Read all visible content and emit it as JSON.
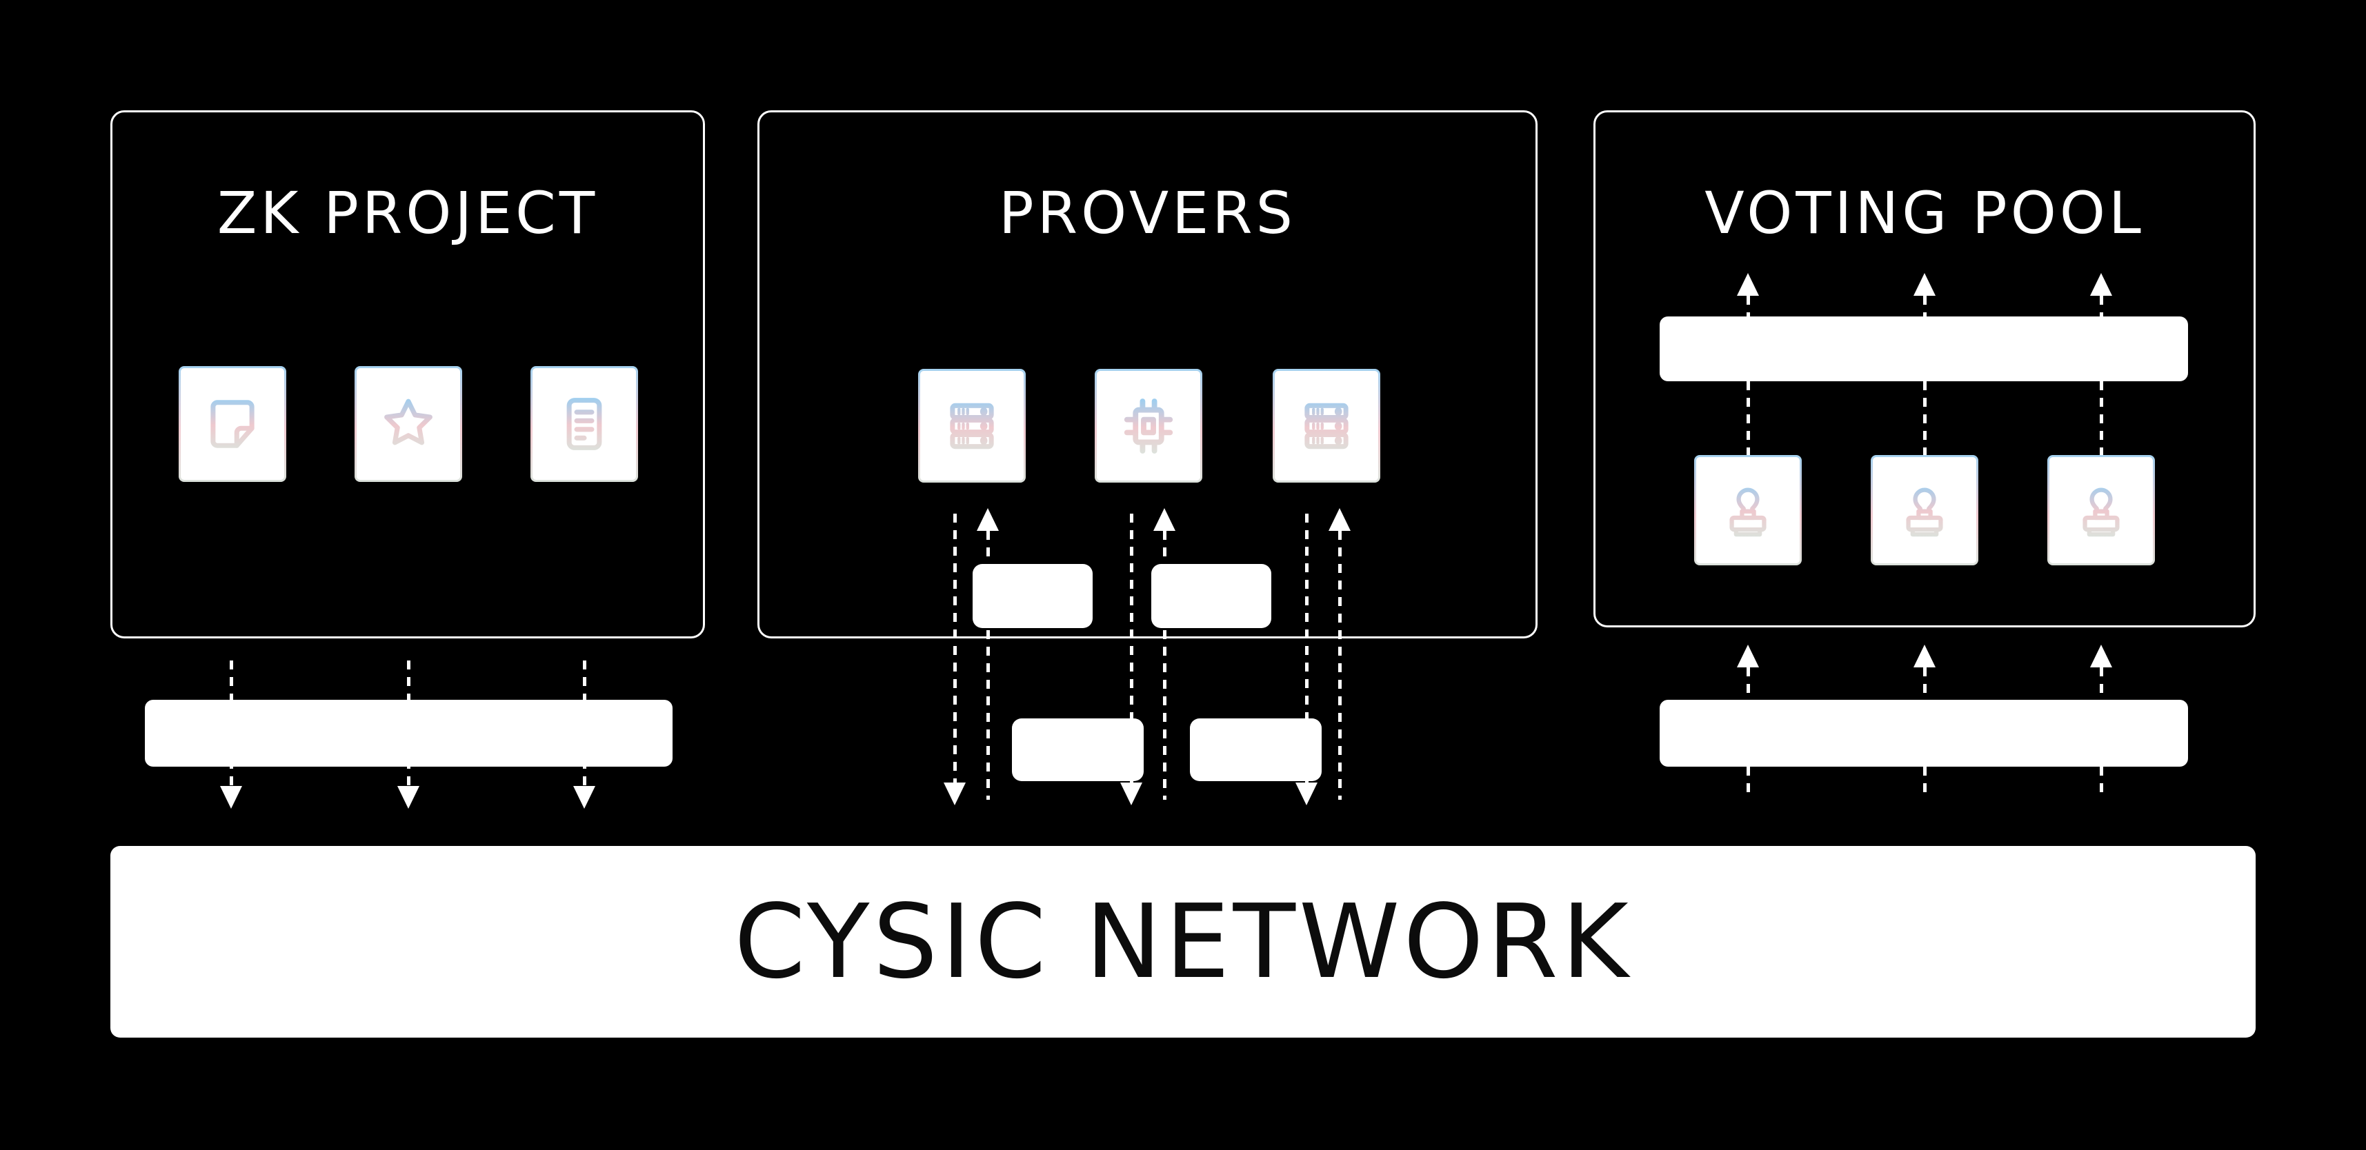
{
  "diagram": {
    "background": "#000000",
    "panels": [
      {
        "title": "ZK PROJECT",
        "icons": [
          "note-icon",
          "star-icon",
          "document-icon"
        ]
      },
      {
        "title": "PROVERS",
        "icons": [
          "server-icon",
          "chip-icon",
          "server-icon"
        ]
      },
      {
        "title": "VOTING POOL",
        "icons": [
          "stamp-icon",
          "stamp-icon",
          "stamp-icon"
        ]
      }
    ],
    "network_bar": {
      "label": "CYSIC NETWORK"
    },
    "colors": {
      "background": "#000000",
      "panel_border": "#ffffff",
      "bar_fill": "#ffffff",
      "title_text": "#ffffff",
      "network_text": "#0c0c0c",
      "arrow_color": "#ffffff",
      "icon_gradient_top": "#a5d2f0",
      "icon_gradient_mid": "#f0cad0",
      "icon_gradient_bottom": "#dce2dc"
    }
  }
}
